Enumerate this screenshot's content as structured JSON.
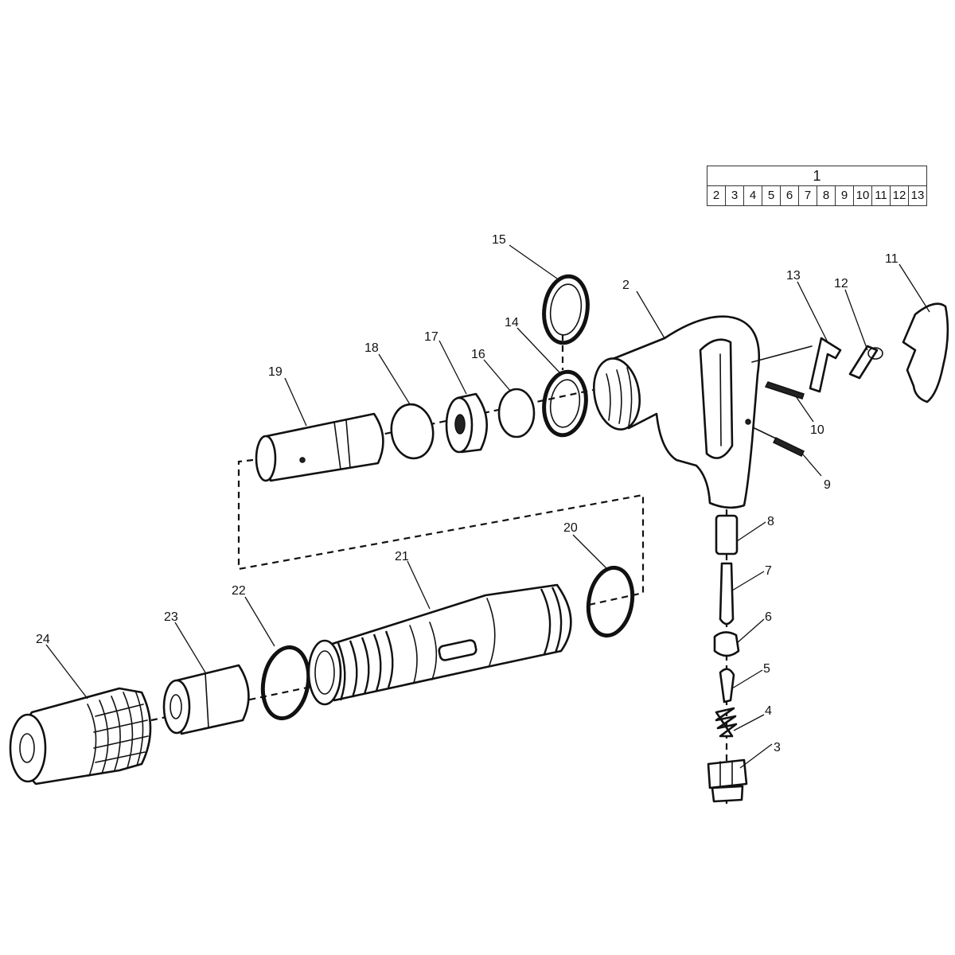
{
  "kit_table": {
    "header": "1",
    "cells": [
      "2",
      "3",
      "4",
      "5",
      "6",
      "7",
      "8",
      "9",
      "10",
      "11",
      "12",
      "13"
    ]
  },
  "callouts": {
    "n2": "2",
    "n3": "3",
    "n4": "4",
    "n5": "5",
    "n6": "6",
    "n7": "7",
    "n8": "8",
    "n9": "9",
    "n10": "10",
    "n11": "11",
    "n12": "12",
    "n13": "13",
    "n14": "14",
    "n15": "15",
    "n16": "16",
    "n17": "17",
    "n18": "18",
    "n19": "19",
    "n20": "20",
    "n21": "21",
    "n22": "22",
    "n23": "23",
    "n24": "24"
  },
  "colors": {
    "ink": "#111111",
    "paper": "#ffffff"
  }
}
